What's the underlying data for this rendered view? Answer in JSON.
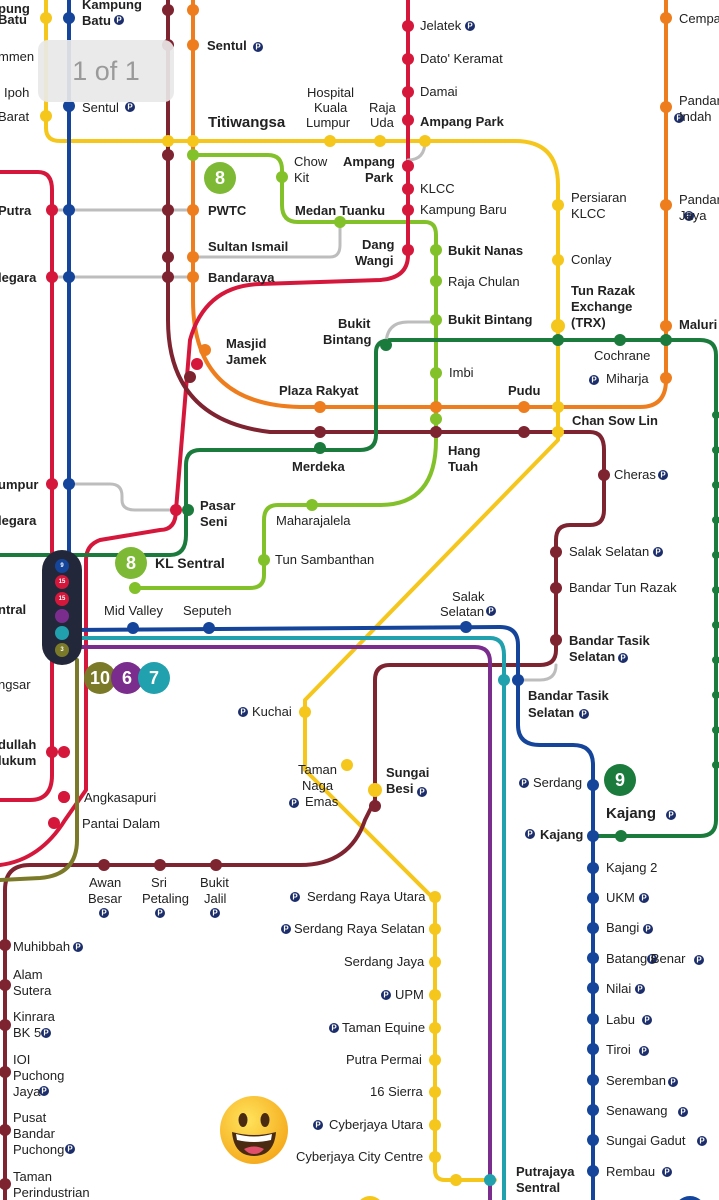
{
  "viewer": {
    "page_counter": "1 of 1"
  },
  "colors": {
    "l1_orange": "#ee7d1e",
    "l2_orange": "#ee7d1e",
    "l3_yellow": "#f5c61c",
    "l4_yellow": "#f5c61c",
    "l5_red": "#d5173b",
    "l6_purple": "#7b2d8e",
    "l7_teal": "#21a0ad",
    "l8_green": "#7db934",
    "l9_green": "#1b7b3c",
    "l10_olive": "#7a7a28",
    "l12_maroon": "#7e2330",
    "l13_blue": "#14459a",
    "monorail_lime": "#83c12b",
    "connector_grey": "#bdbdbd",
    "park_blue": "#1b2d6b"
  },
  "line_badges": [
    {
      "text": "8",
      "color": "#7db934",
      "name": "badge-line-8-top"
    },
    {
      "text": "8",
      "color": "#7db934",
      "name": "badge-line-8-klsentral"
    },
    {
      "text": "10",
      "color": "#7a7a28",
      "name": "badge-line-10"
    },
    {
      "text": "6",
      "color": "#7b2d8e",
      "name": "badge-line-6"
    },
    {
      "text": "7",
      "color": "#21a0ad",
      "name": "badge-line-7"
    },
    {
      "text": "9",
      "color": "#1b7b3c",
      "name": "badge-line-9"
    }
  ],
  "stations": {
    "kampung_batu": "Kampung Batu",
    "batu_cut": "Batu",
    "pung_cut": "pung",
    "sentul": "Sentul",
    "sentul_2": "Sentul",
    "jelatek": "Jelatek",
    "dato_keramat": "Dato' Keramat",
    "damai": "Damai",
    "ampang_park": "Ampang Park",
    "hospital_kl": [
      "Hospital",
      "Kuala",
      "Lumpur"
    ],
    "raja_uda": [
      "Raja",
      "Uda"
    ],
    "titiwangsa": "Titiwangsa",
    "chow_kit": [
      "Chow",
      "Kit"
    ],
    "ampang_park_2": [
      "Ampang",
      "Park"
    ],
    "klcc": "KLCC",
    "kampung_baru": "Kampung Baru",
    "persiaran_klcc": [
      "Persiaran",
      "KLCC"
    ],
    "conlay": "Conlay",
    "trx": [
      "Tun Razak",
      "Exchange",
      "(TRX)"
    ],
    "cempaka_cut": "Cempa",
    "pandan_indah": [
      "Pandar",
      "Indah"
    ],
    "pandan_jaya": [
      "Pandar",
      "Jaya"
    ],
    "maluri": "Maluri",
    "cochrane": "Cochrane",
    "miharja": "Miharja",
    "chan_sow_lin": "Chan Sow Lin",
    "pudu": "Pudu",
    "imbi": "Imbi",
    "bukit_bintang_mono": "Bukit Bintang",
    "bukit_bintang_mrt": [
      "Bukit",
      "Bintang"
    ],
    "raja_chulan": "Raja Chulan",
    "bukit_nanas": "Bukit Nanas",
    "dang_wangi": [
      "Dang",
      "Wangi"
    ],
    "medan_tuanku": "Medan Tuanku",
    "pwtc": "PWTC",
    "sultan_ismail": "Sultan Ismail",
    "bandaraya": "Bandaraya",
    "masjid_jamek": [
      "Masjid",
      "Jamek"
    ],
    "plaza_rakyat": "Plaza Rakyat",
    "merdeka": "Merdeka",
    "hang_tuah": [
      "Hang",
      "Tuah"
    ],
    "pasar_seni": [
      "Pasar",
      "Seni"
    ],
    "maharajalela": "Maharajalela",
    "tun_sambanthan": "Tun Sambanthan",
    "kl_sentral": "KL Sentral",
    "mid_valley": "Mid Valley",
    "seputeh": "Seputeh",
    "salak_selatan_ktm": [
      "Salak",
      "Selatan"
    ],
    "cheras": "Cheras",
    "salak_selatan": "Salak Selatan",
    "bandar_tun_razak": "Bandar Tun Razak",
    "bandar_tasik_selatan_1": [
      "Bandar Tasik",
      "Selatan"
    ],
    "bandar_tasik_selatan_2": [
      "Bandar Tasik",
      "Selatan"
    ],
    "kuchai": "Kuchai",
    "taman_naga_emas": [
      "Taman",
      "Naga",
      "Emas"
    ],
    "sungai_besi": [
      "Sungai",
      "Besi"
    ],
    "serdang": "Serdang",
    "kajang_ktm": "Kajang",
    "kajang": "Kajang",
    "kajang_2": "Kajang 2",
    "ukm": "UKM",
    "bangi": "Bangi",
    "batang_benar": "Batang Benar",
    "nilai": "Nilai",
    "labu": "Labu",
    "tiroi": "Tiroi",
    "seremban": "Seremban",
    "senawang": "Senawang",
    "sungai_gadut": "Sungai Gadut",
    "rembau": "Rembau",
    "angkasapuri": "Angkasapuri",
    "pantai_dalam": "Pantai Dalam",
    "awan_besar": [
      "Awan",
      "Besar"
    ],
    "sri_petaling": [
      "Sri",
      "Petaling"
    ],
    "bukit_jalil": [
      "Bukit",
      "Jalil"
    ],
    "serdang_raya_utara": "Serdang Raya Utara",
    "serdang_raya_selatan": "Serdang Raya Selatan",
    "serdang_jaya": "Serdang Jaya",
    "upm": "UPM",
    "taman_equine": "Taman Equine",
    "putra_permai": "Putra Permai",
    "sixteen_sierra": "16 Sierra",
    "cyberjaya_utara": "Cyberjaya Utara",
    "cyberjaya_city_centre": "Cyberjaya City Centre",
    "putrajaya_sentral": [
      "Putrajaya",
      "Sentral"
    ],
    "muhibbah": "Muhibbah",
    "alam_sutera": [
      "Alam",
      "Sutera"
    ],
    "kinrara": [
      "Kinrara",
      "BK 5"
    ],
    "ioi_puchong": [
      "IOI",
      "Puchong",
      "Jaya"
    ],
    "pusat_bandar_puchong": [
      "Pusat",
      "Bandar",
      "Puchong"
    ],
    "taman_perindustrian": [
      "Taman",
      "Perindustrian"
    ],
    "left_cut": {
      "mmen": "mmen",
      "ipoh": "Ipoh",
      "barat": "Barat",
      "putra": "Putra",
      "negara1": "legara",
      "lumpur": "umpur",
      "negara2": "legara",
      "ntral": "ntral",
      "ngsar": "ngsar",
      "dullah": "dullah",
      "hukum": "lukum"
    }
  },
  "interchange_numbers": [
    "9",
    "15",
    "15",
    "",
    "",
    "3"
  ],
  "park_icon": "P"
}
